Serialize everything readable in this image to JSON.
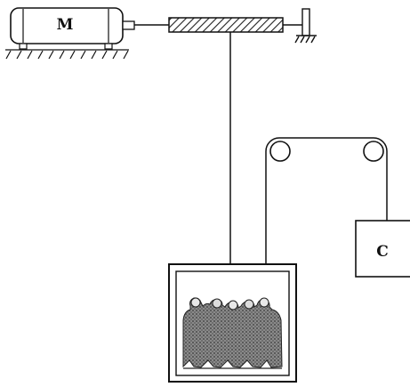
{
  "diagram": {
    "motor_label": "M",
    "counterweight_label": "C",
    "colors": {
      "line": "#111111",
      "background": "#ffffff",
      "hatch": "#333333",
      "crowd": "#555555"
    },
    "components": [
      "motor",
      "ground-hatch",
      "drive-shaft",
      "threaded-drum",
      "bearing-support",
      "elevator-cable",
      "pulley-left",
      "pulley-right",
      "counterweight",
      "elevator-car",
      "passengers"
    ]
  }
}
